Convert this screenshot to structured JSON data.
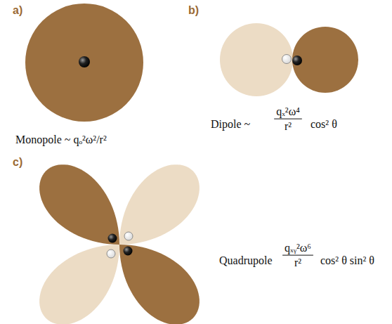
{
  "diagram": {
    "labels": [
      "a)",
      "b)",
      "c)",
      "Monopole ~ qₒ²ω²/r²",
      "Dipole ~",
      "qₓ²ω⁴",
      "r²",
      "cos² θ",
      "Quadrupole",
      "qₓᵧ²ω⁶",
      "r²",
      "cos² θ sin² θ"
    ]
  }
}
